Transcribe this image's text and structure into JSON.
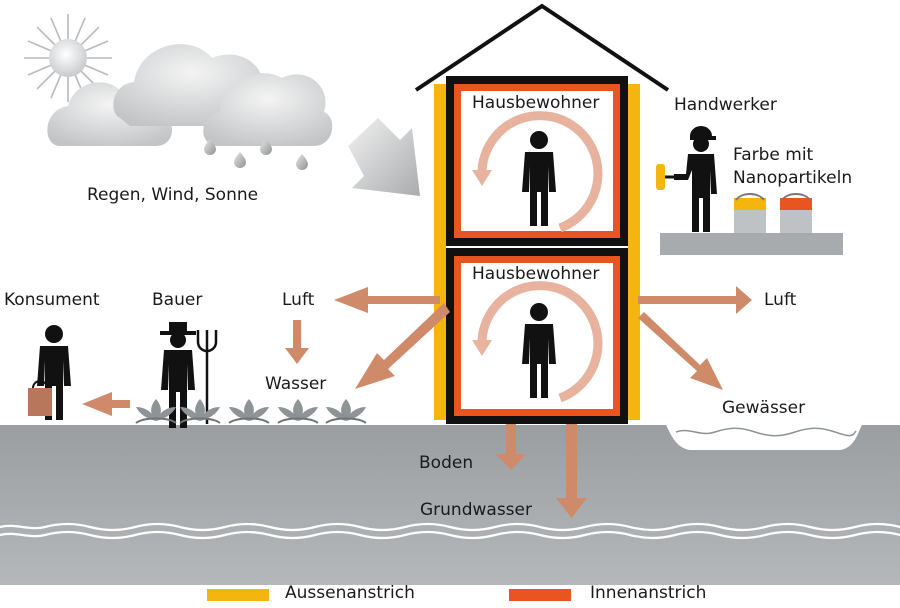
{
  "labels": {
    "weather": "Regen, Wind, Sonne",
    "resident_top": "Hausbewohner",
    "resident_bottom": "Hausbewohner",
    "craftsman": "Handwerker",
    "paint_line1": "Farbe mit",
    "paint_line2": "Nanopartikeln",
    "consumer": "Konsument",
    "farmer": "Bauer",
    "air_left": "Luft",
    "water": "Wasser",
    "air_right": "Luft",
    "waters": "Gewässer",
    "soil": "Boden",
    "groundwater": "Grundwasser"
  },
  "legend": {
    "exterior": {
      "label": "Aussenanstrich",
      "color": "#f5b50f"
    },
    "interior": {
      "label": "Innenanstrich",
      "color": "#e85520"
    }
  },
  "colors": {
    "arrow": "#cf8a6a",
    "ground": "#a7abad",
    "figure": "#111111"
  }
}
